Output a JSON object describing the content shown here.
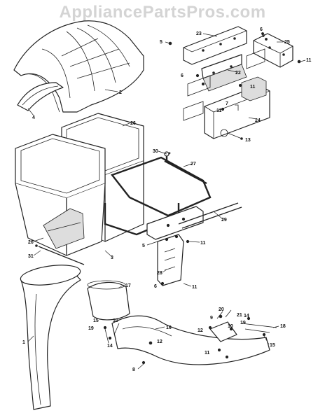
{
  "watermark": "AppliancePartsPros.com",
  "callouts": {
    "c1": "1",
    "c2": "2",
    "c3": "3",
    "c4": "4",
    "c5a": "5",
    "c5b": "5",
    "c6a": "6",
    "c6b": "6",
    "c6c": "6",
    "c7": "7",
    "c8": "8",
    "c9a": "9",
    "c9b": "9",
    "c10a": "10",
    "c10b": "10",
    "c11a": "11",
    "c11b": "11",
    "c11c": "11",
    "c11d": "11",
    "c11e": "11",
    "c11f": "11",
    "c12a": "12",
    "c12b": "12",
    "c13": "13",
    "c14a": "14",
    "c14b": "14",
    "c15a": "15",
    "c15b": "15",
    "c16": "16",
    "c17": "17",
    "c18": "18",
    "c19a": "19",
    "c19b": "19",
    "c20": "20",
    "c21": "21",
    "c22": "22",
    "c23": "23",
    "c24": "24",
    "c25": "25",
    "c26a": "26",
    "c26b": "26",
    "c27": "27",
    "c28": "28",
    "c29": "29",
    "c30": "30",
    "c31": "31"
  }
}
